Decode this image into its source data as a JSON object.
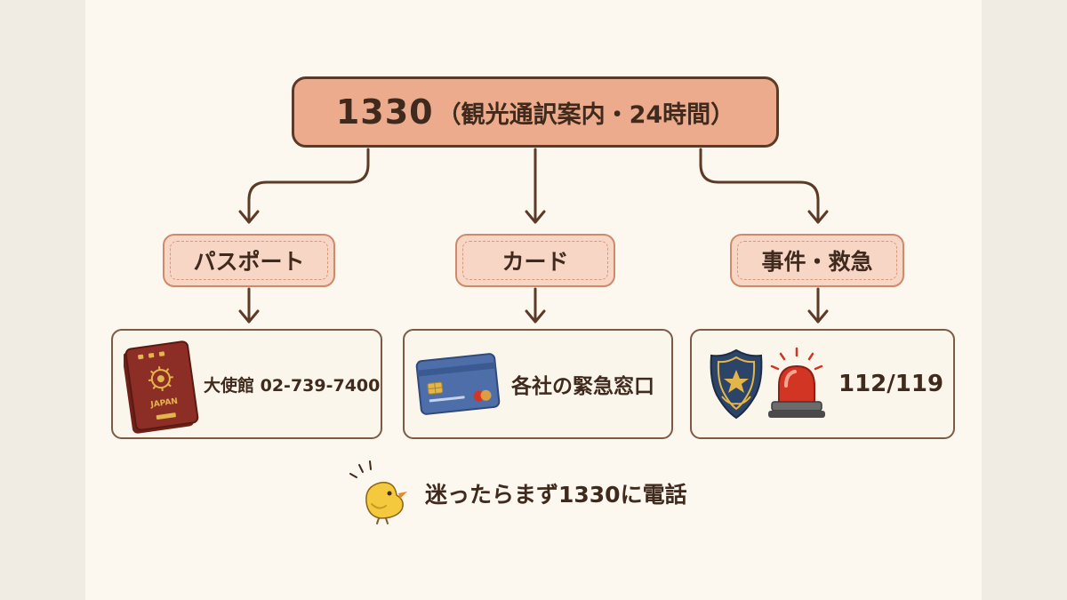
{
  "root": {
    "number": "1330",
    "detail": "（観光通訳案内・24時間）"
  },
  "categories": [
    {
      "label": "パスポート",
      "contact": "大使館 02-739-7400",
      "icon": "passport-icon",
      "icon_text": "JAPAN"
    },
    {
      "label": "カード",
      "contact": "各社の緊急窓口",
      "icon": "credit-card-icon"
    },
    {
      "label": "事件・救急",
      "contact": "112/119",
      "icon": "police-badge-and-siren-icon"
    }
  ],
  "tip": {
    "text": "迷ったらまず1330に電話",
    "icon": "chick-icon"
  },
  "colors": {
    "background": "#fcf8f0",
    "root_fill": "#ebab8c",
    "category_fill": "#f8d6c5",
    "outline": "#5b3a26",
    "passport": "#8c2e25",
    "card": "#4e6eaa",
    "badge": "#2c4468",
    "siren": "#d33524",
    "chick": "#f4c93d"
  }
}
